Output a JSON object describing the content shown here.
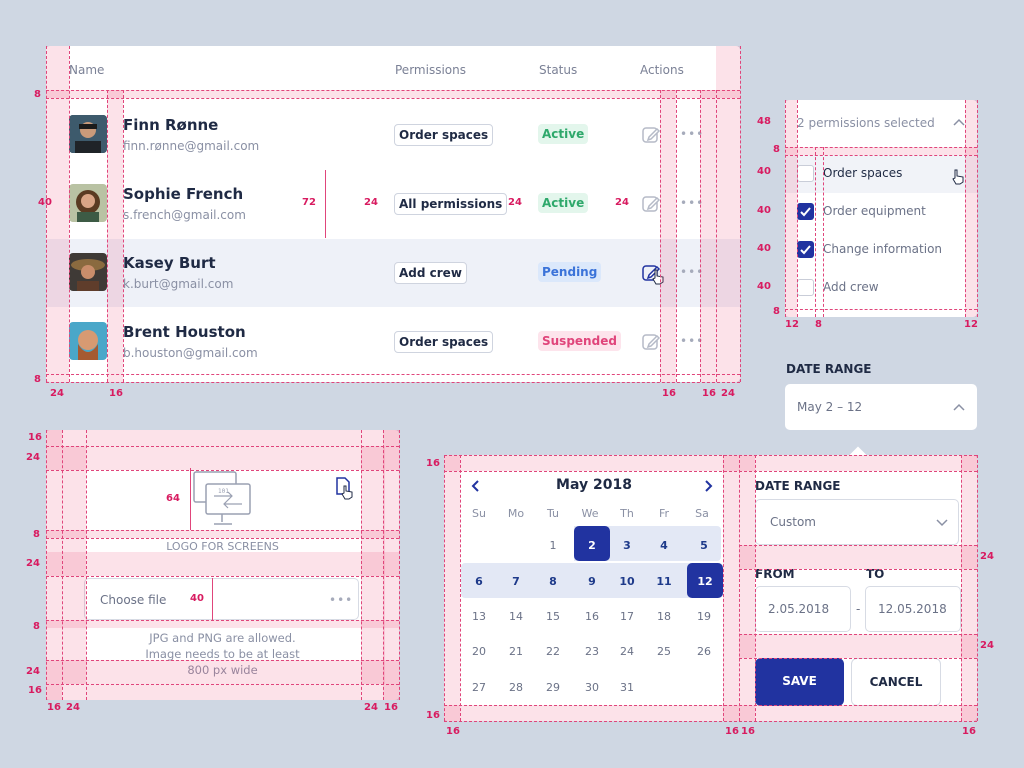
{
  "table": {
    "headers": {
      "name": "Name",
      "permissions": "Permissions",
      "status": "Status",
      "actions": "Actions"
    },
    "rows": [
      {
        "name": "Finn Rønne",
        "email": "finn.rønne@gmail.com",
        "permission": "Order spaces",
        "status": "Active",
        "status_color": "#2ea86b"
      },
      {
        "name": "Sophie French",
        "email": "s.french@gmail.com",
        "permission": "All permissions",
        "status": "Active",
        "status_color": "#2ea86b"
      },
      {
        "name": "Kasey Burt",
        "email": "k.burt@gmail.com",
        "permission": "Add crew",
        "status": "Pending",
        "status_color": "#3b73d9"
      },
      {
        "name": "Brent Houston",
        "email": "b.houston@gmail.com",
        "permission": "Order spaces",
        "status": "Suspended",
        "status_color": "#e0457b"
      }
    ]
  },
  "permissions_dropdown": {
    "summary": "2 permissions selected",
    "options": [
      {
        "label": "Order spaces",
        "checked": false
      },
      {
        "label": "Order equipment",
        "checked": true
      },
      {
        "label": "Change information",
        "checked": true
      },
      {
        "label": "Add crew",
        "checked": false
      }
    ]
  },
  "date_range_select": {
    "label": "DATE RANGE",
    "value": "May 2 – 12"
  },
  "upload": {
    "logo_label": "LOGO FOR SCREENS",
    "choose_file": "Choose file",
    "hint": "JPG and PNG are allowed. Image needs to be at least 800 px wide"
  },
  "calendar": {
    "month": "May 2018",
    "weekdays": [
      "Su",
      "Mo",
      "Tu",
      "We",
      "Th",
      "Fr",
      "Sa"
    ],
    "weeks": [
      [
        "",
        "",
        "1",
        "2",
        "3",
        "4",
        "5"
      ],
      [
        "6",
        "7",
        "8",
        "9",
        "10",
        "11",
        "12"
      ],
      [
        "13",
        "14",
        "15",
        "16",
        "17",
        "18",
        "19"
      ],
      [
        "20",
        "21",
        "22",
        "23",
        "24",
        "25",
        "26"
      ],
      [
        "27",
        "28",
        "29",
        "30",
        "31",
        "",
        ""
      ]
    ],
    "range_start": "2",
    "range_end": "12"
  },
  "date_range_panel": {
    "label": "DATE RANGE",
    "preset": "Custom",
    "from_label": "FROM",
    "to_label": "TO",
    "from_value": "2.05.2018",
    "to_value": "12.05.2018",
    "separator": "-",
    "save": "SAVE",
    "cancel": "CANCEL"
  },
  "spec_labels": {
    "table": [
      "8",
      "40",
      "72",
      "24",
      "24",
      "24",
      "8",
      "24",
      "16",
      "16",
      "16",
      "24"
    ],
    "dropdown": [
      "48",
      "8",
      "40",
      "40",
      "40",
      "40",
      "8",
      "12",
      "8",
      "12"
    ],
    "upload": [
      "16",
      "24",
      "64",
      "8",
      "24",
      "40",
      "8",
      "24",
      "16",
      "16",
      "24",
      "24",
      "16"
    ],
    "calendar": [
      "16",
      "16",
      "16",
      "16",
      "24",
      "24",
      "16"
    ]
  },
  "colors": {
    "accent": "#2133a0",
    "redline": "#e0457b",
    "background": "#cfd7e3"
  }
}
